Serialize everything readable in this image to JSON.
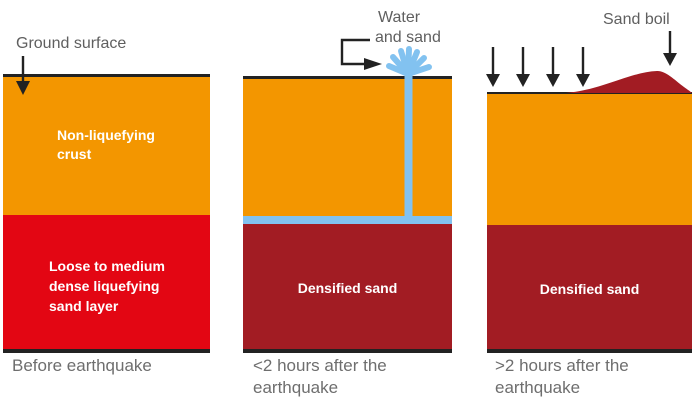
{
  "colors": {
    "crust_orange": "#F39600",
    "liquefiable_red": "#E30613",
    "densified_dark_red": "#A21C23",
    "water_blue": "#82C2F0",
    "line_dark": "#222222",
    "annotation_gray": "#5F5F5F",
    "caption_gray": "#6E6E6E",
    "layer_text_white": "#FFFFFF"
  },
  "annotations": {
    "ground_surface": "Ground surface",
    "water_and_sand_line1": "Water",
    "water_and_sand_line2": "and sand",
    "sand_boil": "Sand boil"
  },
  "panels": [
    {
      "caption": "Before earthquake",
      "layers": {
        "top": "Non-liquefying crust",
        "bottom": "Loose to medium dense liquefying sand layer"
      }
    },
    {
      "caption": "<2 hours after the earthquake",
      "layers": {
        "bottom": "Densified sand"
      }
    },
    {
      "caption": ">2 hours after the earthquake",
      "layers": {
        "bottom": "Densified sand"
      }
    }
  ]
}
